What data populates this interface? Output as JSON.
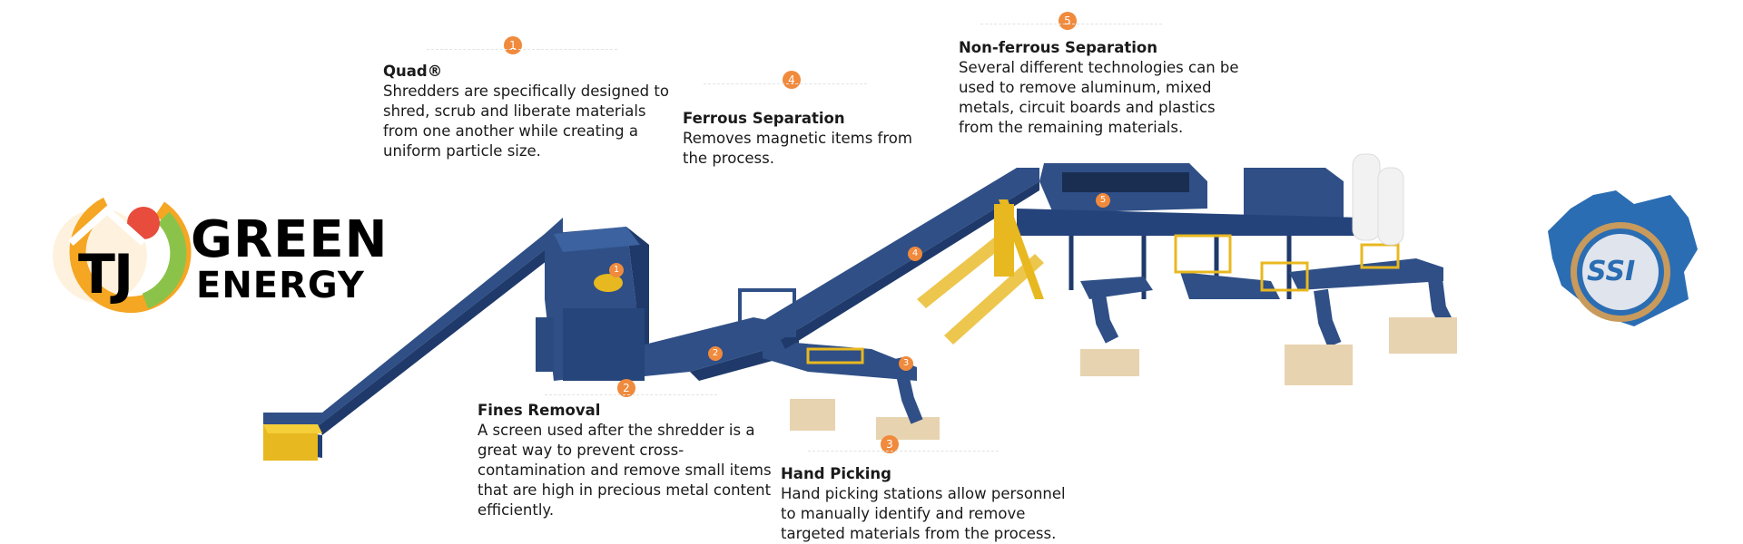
{
  "callouts": [
    {
      "number": "1",
      "title": "Quad®",
      "body": "Shredders are specifically designed to\nshred, scrub and liberate materials\nfrom one another while creating a\nuniform particle size."
    },
    {
      "number": "4",
      "title": "Ferrous Separation",
      "body": "Removes magnetic items from\nthe process."
    },
    {
      "number": "5",
      "title": "Non-ferrous Separation",
      "body": "Several different technologies can be\nused to remove aluminum, mixed\nmetals, circuit boards and plastics\nfrom the remaining materials."
    },
    {
      "number": "2",
      "title": "Fines Removal",
      "body": "A screen used after the shredder is a\ngreat way to prevent cross-\ncontamination and remove small items\nthat are high in precious metal content\nefficiently."
    },
    {
      "number": "3",
      "title": "Hand Picking",
      "body": "Hand picking stations allow personnel\nto manually identify and remove\ntargeted materials from the process."
    }
  ],
  "machine_badges": [
    "1",
    "2",
    "3",
    "4",
    "5"
  ],
  "logo_left": {
    "mark": "TJ",
    "line1": "GREEN",
    "line2": "ENERGY"
  },
  "logo_right": {
    "text": "SSI"
  },
  "colors": {
    "badge": "#f08a3c",
    "machine_blue": "#2f4f86",
    "machine_dark": "#1f3a6a",
    "rail_yellow": "#e8b820",
    "box_tan": "#e8d3b0",
    "ssi_blue": "#2b6db3",
    "logo_orange": "#f5a623",
    "logo_green": "#8bc34a",
    "logo_red": "#e74c3c"
  }
}
